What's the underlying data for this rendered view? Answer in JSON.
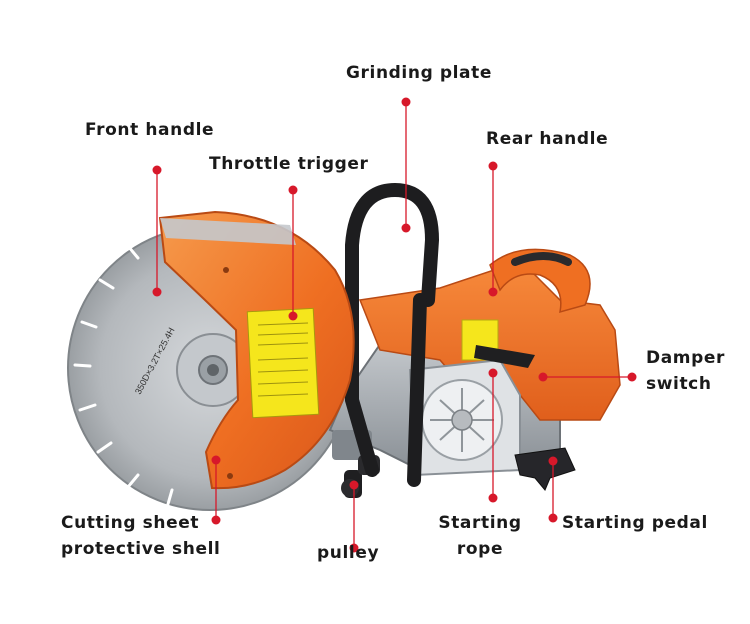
{
  "colors": {
    "callout": "#d7182a",
    "label_text": "#1a1a1a",
    "body_orange": "#ef6a1d",
    "guard_orange": "#f07a2a",
    "blade_grey": "#b9bcc0",
    "frame_grey": "#9ea3a8",
    "handle_black": "#1d1d1f",
    "warning_yellow": "#f5e61c"
  },
  "labels": {
    "grinding_plate": "Grinding plate",
    "front_handle": "Front handle",
    "throttle_trigger": "Throttle trigger",
    "rear_handle": "Rear handle",
    "damper_switch_line1": "Damper",
    "damper_switch_line2": "switch",
    "cutting_sheet_line1": "Cutting sheet",
    "cutting_sheet_line2": "protective shell",
    "pulley": "pulley",
    "starting_rope_line1": "Starting",
    "starting_rope_line2": "rope",
    "starting_pedal": "Starting pedal"
  },
  "product": {
    "blade_marking": "350D×3.2T×25.4H"
  }
}
